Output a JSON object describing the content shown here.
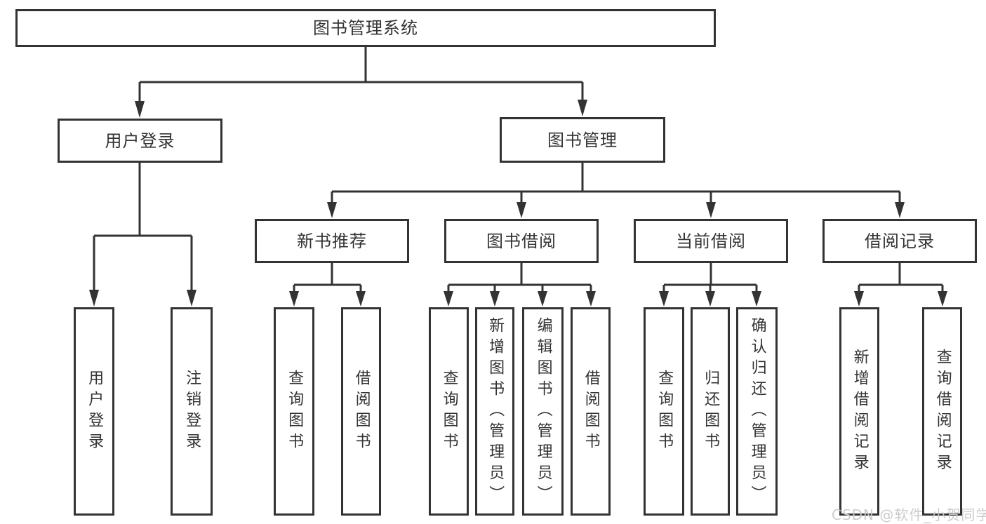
{
  "tree": {
    "root": "图书管理系统",
    "children": [
      {
        "label": "用户登录",
        "children": [
          {
            "label": "用户登录"
          },
          {
            "label": "注销登录"
          }
        ]
      },
      {
        "label": "图书管理",
        "children": [
          {
            "label": "新书推荐",
            "children": [
              {
                "label": "查询图书"
              },
              {
                "label": "借阅图书"
              }
            ]
          },
          {
            "label": "图书借阅",
            "children": [
              {
                "label": "查询图书"
              },
              {
                "label": "新增图书（管理员）"
              },
              {
                "label": "编辑图书（管理员）"
              },
              {
                "label": "借阅图书"
              }
            ]
          },
          {
            "label": "当前借阅",
            "children": [
              {
                "label": "查询图书"
              },
              {
                "label": "归还图书"
              },
              {
                "label": "确认归还（管理员）"
              }
            ]
          },
          {
            "label": "借阅记录",
            "children": [
              {
                "label": "新增借阅记录"
              },
              {
                "label": "查询借阅记录"
              }
            ]
          }
        ]
      }
    ]
  },
  "watermark": {
    "text": "CSDN @软件_小贺同学"
  },
  "colors": {
    "line": "#333333",
    "text": "#333333",
    "box_background": "#ffffff",
    "page_background": "#ffffff",
    "watermark": "#c9c9c9"
  }
}
